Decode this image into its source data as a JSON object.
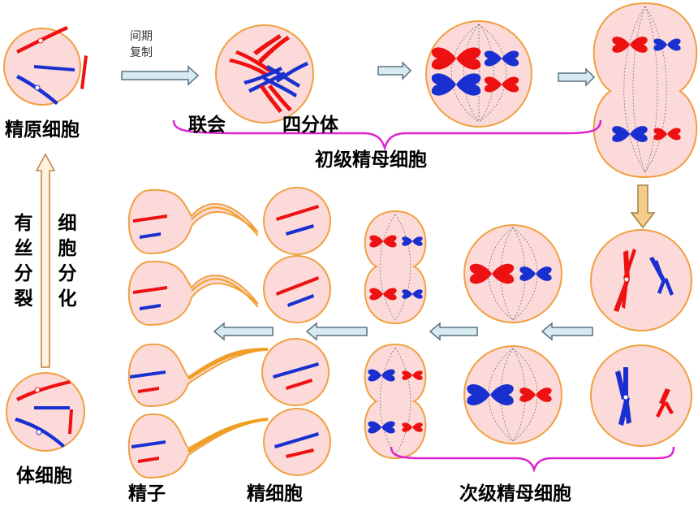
{
  "labels": {
    "spermatogonium": "精原细胞",
    "interphase_line1": "间期",
    "interphase_line2": "复制",
    "synapsis": "联会",
    "tetrad": "四分体",
    "primary_spermatocyte": "初级精母细胞",
    "mitosis": "有丝分裂",
    "differentiation": "细胞分化",
    "somatic_cell": "体细胞",
    "sperm": "精子",
    "spermatid": "精细胞",
    "secondary_spermatocyte": "次级精母细胞"
  },
  "colors": {
    "cell_fill": "#fcdada",
    "cell_stroke": "#f0a040",
    "chromosome_red": "#ee1111",
    "chromosome_blue": "#1a2fd0",
    "arrow_fill": "#d6ecf0",
    "arrow_stroke": "#5a7080",
    "down_arrow_fill": "#f5cc8c",
    "brace": "#dd22cc",
    "tail": "#f0a020"
  }
}
